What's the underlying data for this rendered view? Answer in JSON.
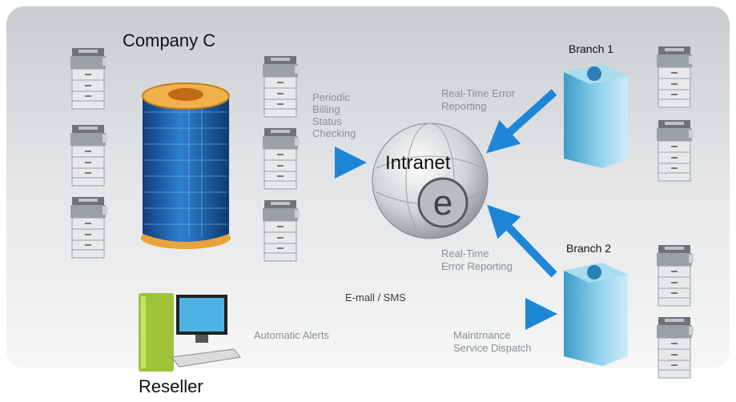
{
  "labels": {
    "company": "Company C",
    "branch1": "Branch 1",
    "branch2": "Branch 2",
    "intranet": "Intranet",
    "reseller": "Reseller",
    "periodic": [
      "Periodic",
      "Billing",
      "Status",
      "Checking"
    ],
    "rt_error_top": [
      "Real-Time Error",
      "Reporting"
    ],
    "rt_error_bottom": [
      "Real-Time",
      "Error Reporting"
    ],
    "email_sms": "E-mall / SMS",
    "auto_alerts": "Automatic Alerts",
    "maintenance": [
      "Maintrnance",
      "Service Dispatch"
    ]
  },
  "colors": {
    "arrow": "#1e86d6",
    "tower_blue": "#1c5fa8",
    "tower_gold": "#e8a33a",
    "branch_teal": "#5fb6d8"
  },
  "icons": [
    "printer-icon",
    "company-tower-icon",
    "intranet-globe-icon",
    "branch-building-icon",
    "reseller-computer-icon"
  ]
}
